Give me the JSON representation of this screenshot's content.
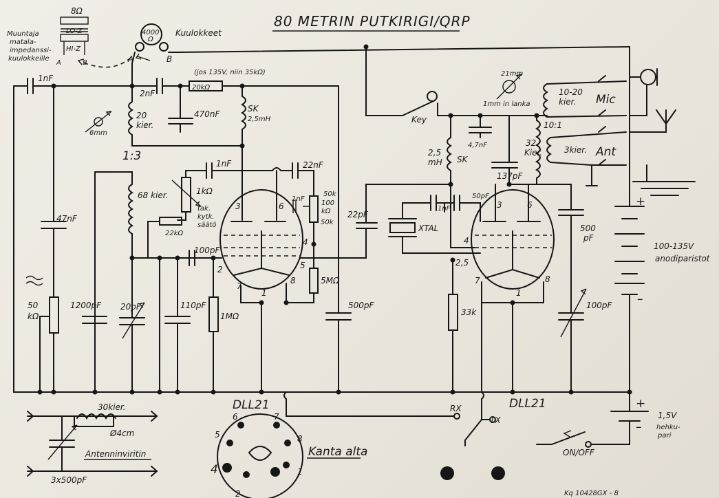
{
  "title": "80 METRIN PUTKIRIGI/QRP",
  "labels": {
    "ohm8": "8Ω",
    "loz": "LO-Z",
    "hiz": "HI-Z",
    "muuntaja": "Muuntaja",
    "matala": "matala-",
    "impedanssi": "impedanssi-",
    "kuulokkeille": "kuulokkeille",
    "a": "A",
    "b": "B",
    "ohm4000": "4000",
    "ohm4000u": "Ω",
    "kuulokkeet": "Kuulokkeet",
    "c1nf_top": "1nF",
    "c2nf": "2nF",
    "jos": "(jos 135V, niin 35kΩ)",
    "r20k": "20kΩ",
    "c470nf": "470nF",
    "sk": "SK",
    "sk25mh": "2,5mH",
    "kier20": "20",
    "kier20b": "kier.",
    "mm6": "6mm",
    "ratio13": "1:3",
    "c1nf_mid": "1nF",
    "c22nf": "22nF",
    "kier68": "68 kier.",
    "r1k": "1kΩ",
    "tak": "tak.",
    "kytk": "kytk.",
    "saato": "säätö",
    "r22k": "22kΩ",
    "c1nf_g2": "1nF",
    "r100k": "100",
    "r100ku": "kΩ",
    "r50k": "50k",
    "r50k2": "50k",
    "c47nf": "47nF",
    "c100pf_l": "100pF",
    "pin3": "3",
    "pin6": "6",
    "pin4": "4",
    "pin2": "2",
    "pin5": "5",
    "pin7": "7",
    "pin1": "1",
    "pin8": "8",
    "r5m": "5MΩ",
    "pot50": "50",
    "pot50u": "kΩ",
    "c1200pf": "1200pF",
    "c20pf": "20pF",
    "c110pf": "110pF",
    "r1m": "1MΩ",
    "c500pf_l": "500pF",
    "c22pf": "22pF",
    "key": "Key",
    "mm21": "21mm",
    "lanka": "1mm in lanka",
    "c47nf_r": "4,7nF",
    "kier32": "32",
    "kier32b": "Kier.",
    "sk25": "2,5",
    "sk25u": "mH",
    "sk_r": "SK",
    "c137pf": "137pF",
    "c1nf_r": "1nF",
    "c50pf": "50pF",
    "xtal": "XTAL",
    "pin3r": "3",
    "pin6r": "6",
    "pin4r": "4",
    "pin25": "2,5",
    "pin7r": "7",
    "pin1r": "1",
    "pin8r": "8",
    "r33k": "33k",
    "c500pf_r": "500",
    "c500pf_ru": "pF",
    "c100pf_r": "100pF",
    "kier1020": "10-20",
    "kier1020b": "kier.",
    "mic": "Mic",
    "ratio101": "10:1",
    "kier3": "3kier.",
    "ant": "Ant",
    "plus1": "+",
    "minus1": "–",
    "anode1": "100-135V",
    "anode2": "anodiparistot",
    "dll21_l": "DLL21",
    "dll21_r": "DLL21",
    "rx": "RX",
    "tx": "TX",
    "plus2": "+",
    "minus2": "–",
    "v15": "1,5V",
    "hehku1": "hehku-",
    "hehku2": "pari",
    "onoff": "ON/OFF",
    "kier30": "30kier.",
    "cm4": "Ø4cm",
    "antviritin": "Antenninviritin",
    "c3x500": "3x500pF",
    "base6": "6",
    "base7": "7",
    "base5": "5",
    "base8": "8",
    "base4": "4",
    "base1": "1",
    "base2": "2",
    "kanta": "Kanta alta",
    "serial": "Kq 10428GX - 8"
  }
}
